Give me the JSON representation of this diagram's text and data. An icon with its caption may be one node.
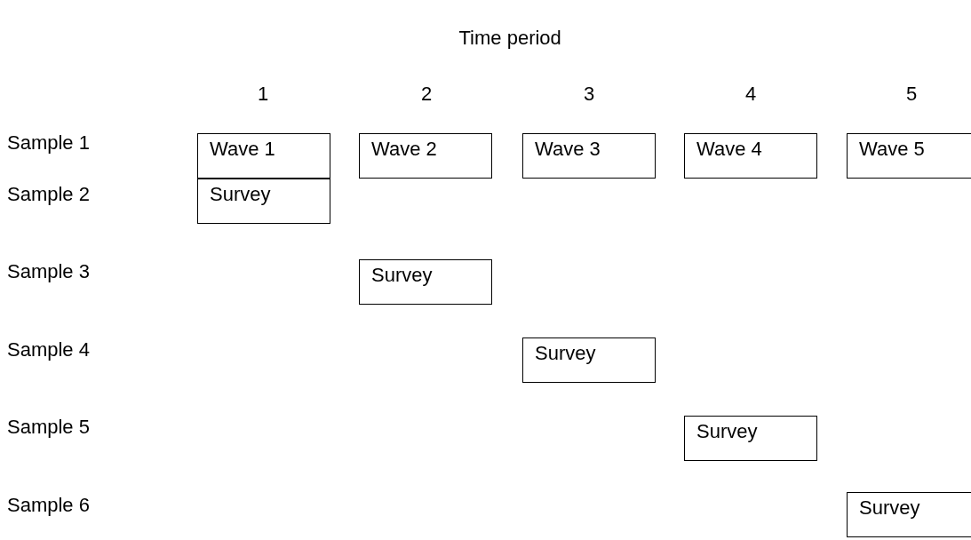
{
  "diagram": {
    "nodes": [
      {
        "text": [
          "Wave 1"
        ]
      },
      {
        "text": [
          "Wave 2"
        ]
      },
      {
        "text": [
          "Wave 3"
        ]
      },
      {
        "text": [
          "Wave 4"
        ]
      },
      {
        "text": [
          "Wave 5"
        ]
      },
      {
        "text": [
          "Survey"
        ]
      },
      {
        "text": [
          "Survey"
        ]
      },
      {
        "text": [
          "Survey"
        ]
      },
      {
        "text": [
          "Survey"
        ]
      },
      {
        "text": [
          "Survey"
        ]
      }
    ],
    "labels": [
      "Time period",
      "1",
      "2",
      "3",
      "4",
      "5",
      "Sample 1",
      "Sample 2",
      "Sample 3",
      "Sample 4",
      "Sample 5",
      "Sample 6"
    ]
  }
}
